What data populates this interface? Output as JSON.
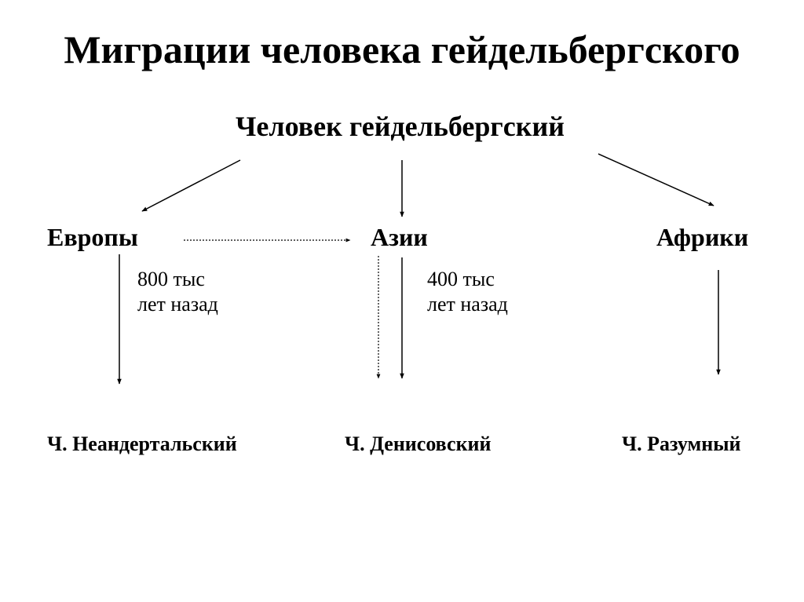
{
  "title": "Миграции человека гейдельбергского",
  "root": "Человек гейдельбергский",
  "regions": {
    "europe": "Европы",
    "asia": "Азии",
    "africa": "Африки"
  },
  "notes": {
    "europe_time": {
      "line1": "800 тыс",
      "line2": "лет назад"
    },
    "asia_time": {
      "line1": "400 тыс",
      "line2": "лет назад"
    }
  },
  "species": {
    "neanderthal": "Ч. Неандертальский",
    "denisovan": "Ч. Денисовский",
    "sapiens": "Ч. Разумный"
  },
  "colors": {
    "text": "#000000",
    "background": "#ffffff"
  }
}
